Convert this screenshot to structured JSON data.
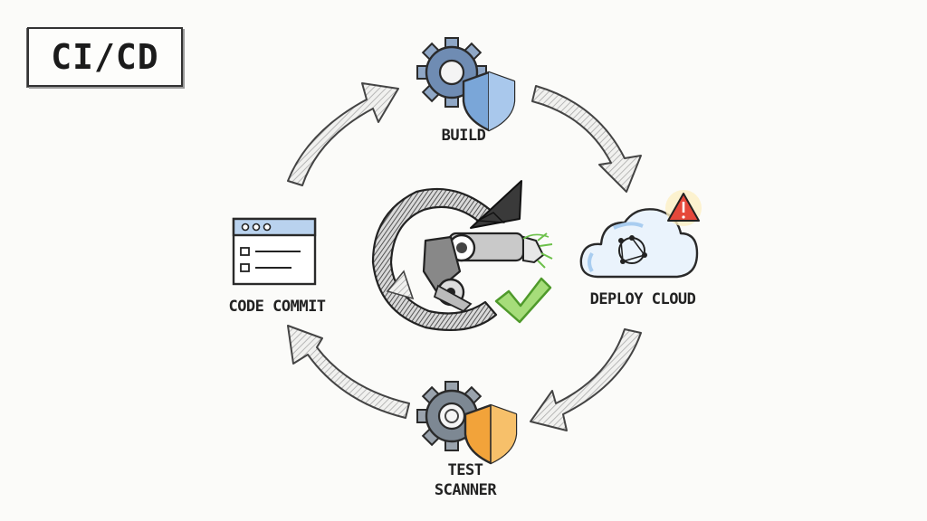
{
  "diagram": {
    "title": "CI/CD",
    "stages": {
      "build": "BUILD",
      "deploy": "DEPLOY CLOUD",
      "test_line1": "TEST",
      "test_line2": "SCANNER",
      "commit": "CODE COMMIT"
    }
  },
  "icons": {
    "build": "gear-shield-icon",
    "deploy": "cloud-network-icon",
    "alert": "warning-triangle-icon",
    "test": "gear-shield-icon",
    "commit": "browser-window-icon",
    "center": "robotic-arm-icon",
    "check": "checkmark-icon"
  },
  "colors": {
    "shield_blue": "#7aa6d8",
    "shield_orange": "#f2a33a",
    "check_green": "#6cc04a",
    "warning_red": "#d93a2b",
    "warning_yellow": "#f7c948",
    "cloud_blue": "#a9cdf0"
  }
}
